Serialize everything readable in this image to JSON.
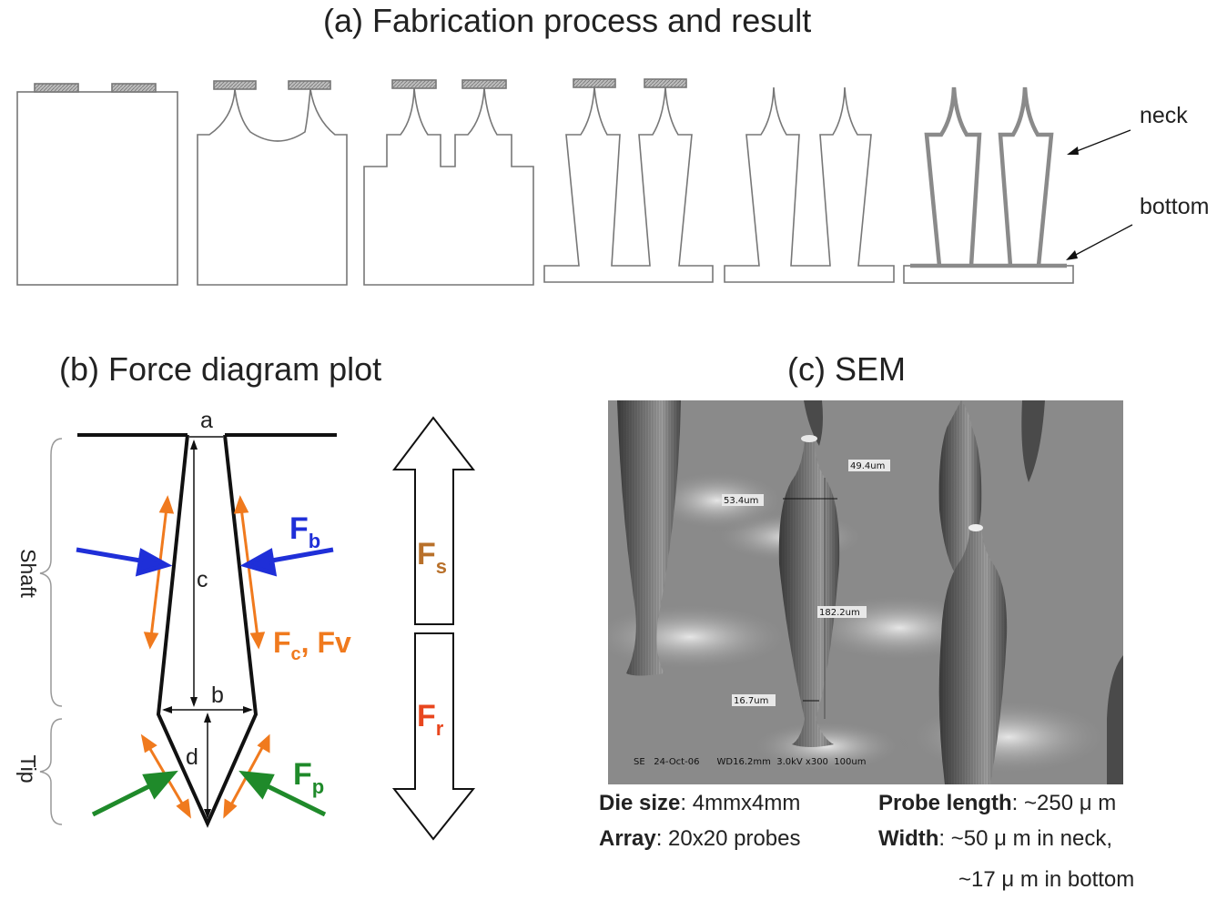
{
  "panel_a": {
    "title": "(a) Fabrication process and result",
    "label_neck": "neck",
    "label_bottom": "bottom"
  },
  "panel_b": {
    "title": "(b) Force diagram plot",
    "label_a": "a",
    "label_b": "b",
    "label_c": "c",
    "label_d": "d",
    "label_shaft": "Shaft",
    "label_tip": "Tip",
    "force_b": "F",
    "force_b_sub": "b",
    "force_c": "F",
    "force_c_sub": "c",
    "force_v": ", Fv",
    "force_p": "F",
    "force_p_sub": "p",
    "force_s": "F",
    "force_s_sub": "s",
    "force_r": "F",
    "force_r_sub": "r",
    "colors": {
      "blue": "#1f2fd8",
      "orange": "#f07a1e",
      "green": "#1f8a2a",
      "brown": "#b8702a",
      "red": "#e8461e"
    }
  },
  "panel_c": {
    "title": "(c) SEM",
    "sem_labels": {
      "m1": "49.4um",
      "m2": "53.4um",
      "m3": "182.2um",
      "m4": "16.7um",
      "footer": "SE   24-Oct-06      WD16.2mm  3.0kV x300  100um"
    },
    "specs": {
      "die_label": "Die size",
      "die_value": ": 4mmx4mm",
      "array_label": "Array",
      "array_value": ": 20x20 probes",
      "probe_label": "Probe length",
      "probe_value": ": ~250 μ m",
      "width_label": "Width",
      "width_value": ": ~50 μ m in neck,",
      "width_value2": "~17 μ m in bottom"
    }
  }
}
